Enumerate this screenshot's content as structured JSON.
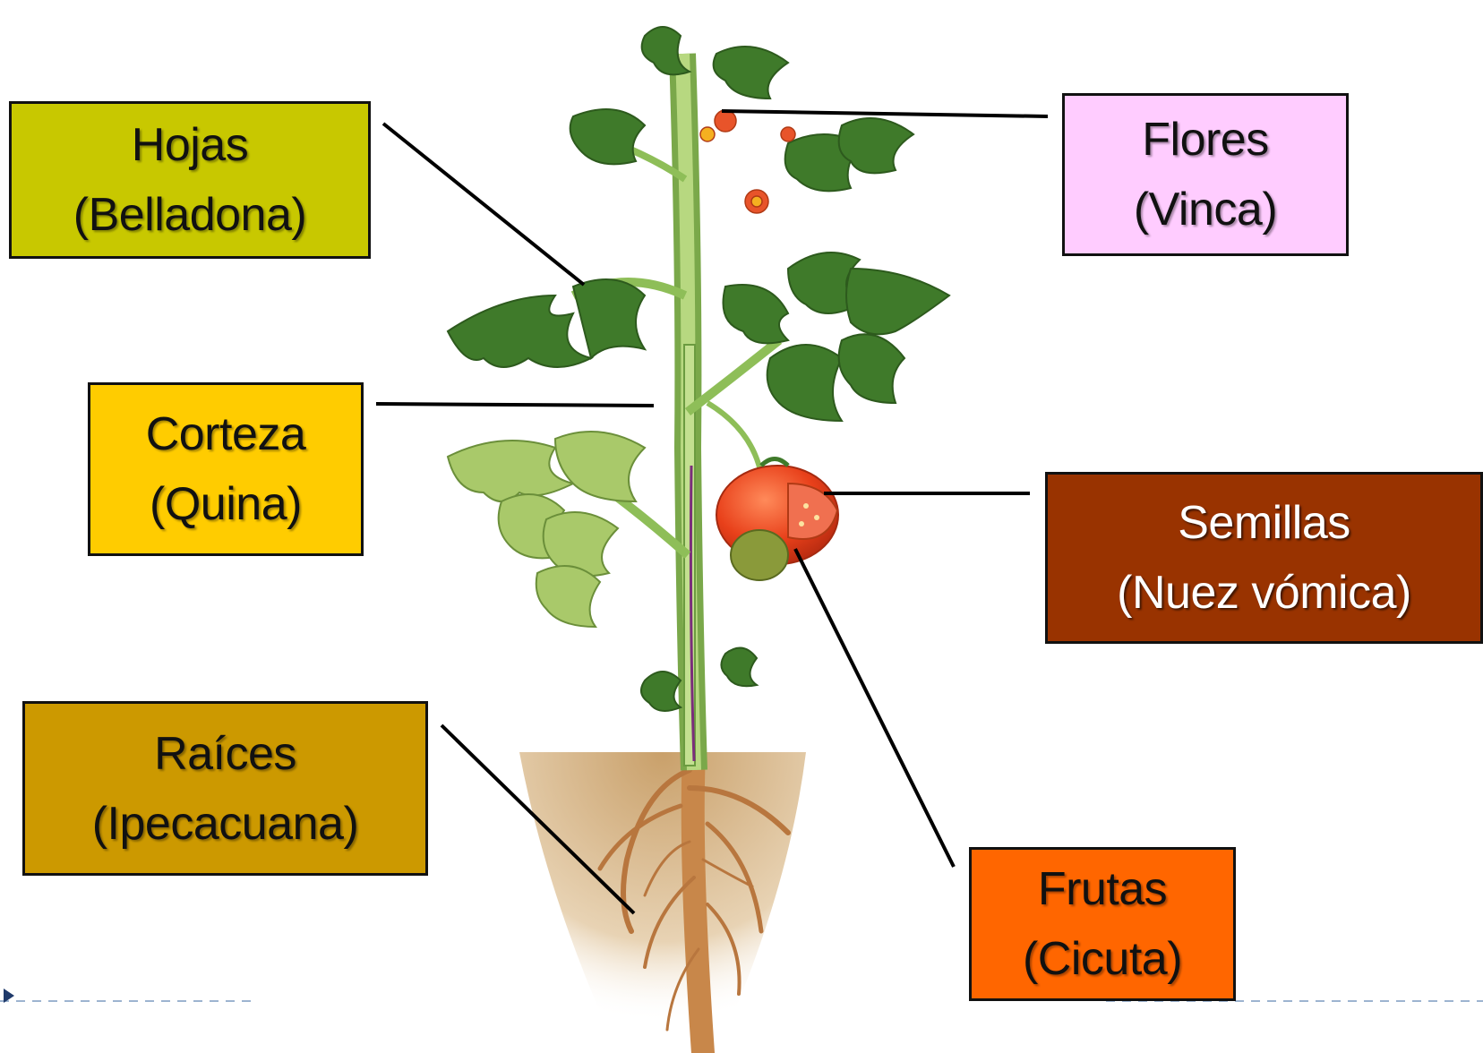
{
  "labels": {
    "hojas": {
      "part": "Hojas",
      "example": "(Belladona)",
      "color": "#c8c800"
    },
    "flores": {
      "part": "Flores",
      "example": "(Vinca)",
      "color": "#ffccff"
    },
    "corteza": {
      "part": "Corteza",
      "example": "(Quina)",
      "color": "#ffcc00"
    },
    "semillas": {
      "part": "Semillas",
      "example": "(Nuez vómica)",
      "color": "#993300"
    },
    "raices": {
      "part": "Raíces",
      "example": "(Ipecacuana)",
      "color": "#cc9900"
    },
    "frutas": {
      "part": "Frutas",
      "example": "(Cicuta)",
      "color": "#ff6600"
    }
  },
  "colors": {
    "leaf": "#3f7a2a",
    "leaf_light": "#a9c96a",
    "stem": "#9cc85a",
    "fruit": "#e8401a",
    "soil": "#d7b98e",
    "root": "#c8874a",
    "slide_rule": "#9db4d0"
  }
}
